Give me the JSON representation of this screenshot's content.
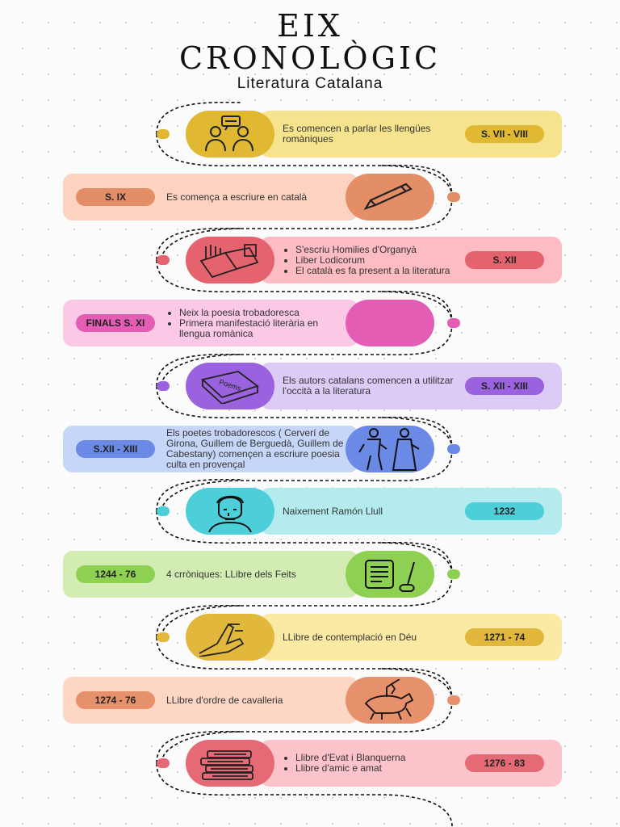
{
  "header": {
    "title_line1": "EIX",
    "title_line2": "CRONOLÒGIC",
    "subtitle": "Literatura Catalana"
  },
  "events": [
    {
      "date": "S. VII - VIII",
      "lines": [
        "Es comencen a parlar les llengües romàniques"
      ],
      "bulleted": false,
      "icon": "conversation-icon",
      "color": "#f6e38e",
      "accent": "#e0b832"
    },
    {
      "date": "S. IX",
      "lines": [
        "Es comença a escriure en català"
      ],
      "bulleted": false,
      "icon": "pencil-icon",
      "color": "#fbd3c0",
      "accent": "#e48e68"
    },
    {
      "date": "S. XII",
      "lines": [
        "S'escriu Homilies d'Organyà",
        "Liber Lodicorum",
        "El català es fa present a la literatura"
      ],
      "bulleted": true,
      "icon": "open-book-icon",
      "color": "#fdbbc4",
      "accent": "#e5636f"
    },
    {
      "date": "FINALS S. XI",
      "lines": [
        "Neix la poesia trobadoresca",
        "Primera manifestació literària en llengua romànica"
      ],
      "bulleted": true,
      "icon": "",
      "color": "#fbc8e6",
      "accent": "#e35db4"
    },
    {
      "date": "S. XII - XIII",
      "lines": [
        "Els autors catalans comencen a utilitzar l'occità a la literatura"
      ],
      "bulleted": false,
      "icon": "poems-book-icon",
      "color": "#dccbf7",
      "accent": "#9a62de"
    },
    {
      "date": "S.XII - XIII",
      "lines": [
        "Els poetes trobadorescos ( Cerverí de Girona, Guillem de Berguedà, Guillem de Cabestany) començen a escriure poesia culta en provençal"
      ],
      "bulleted": false,
      "icon": "troubadours-icon",
      "color": "#c6d6f8",
      "accent": "#6a8ae6"
    },
    {
      "date": "1232",
      "lines": [
        "Naixement Ramón Llull"
      ],
      "bulleted": false,
      "icon": "portrait-icon",
      "color": "#b3ebee",
      "accent": "#4ccfd8"
    },
    {
      "date": "1244 - 76",
      "lines": [
        "4 crròniques: LLibre dels Feits"
      ],
      "bulleted": false,
      "icon": "scroll-quill-icon",
      "color": "#d3ecb4",
      "accent": "#8ed152"
    },
    {
      "date": "1271 - 74",
      "lines": [
        "LLibre de contemplació en Déu"
      ],
      "bulleted": false,
      "icon": "praying-hands-icon",
      "color": "#fbeaa3",
      "accent": "#e2b83c"
    },
    {
      "date": "1274 - 76",
      "lines": [
        "LLibre d'ordre de cavalleria"
      ],
      "bulleted": false,
      "icon": "knight-icon",
      "color": "#fdd6c4",
      "accent": "#e6916b"
    },
    {
      "date": "1276 - 83",
      "lines": [
        "Llibre d'Evat i Blanquerna",
        "Llibre d'amic e amat"
      ],
      "bulleted": true,
      "icon": "books-stack-icon",
      "color": "#fdc3cb",
      "accent": "#e66a76"
    }
  ]
}
